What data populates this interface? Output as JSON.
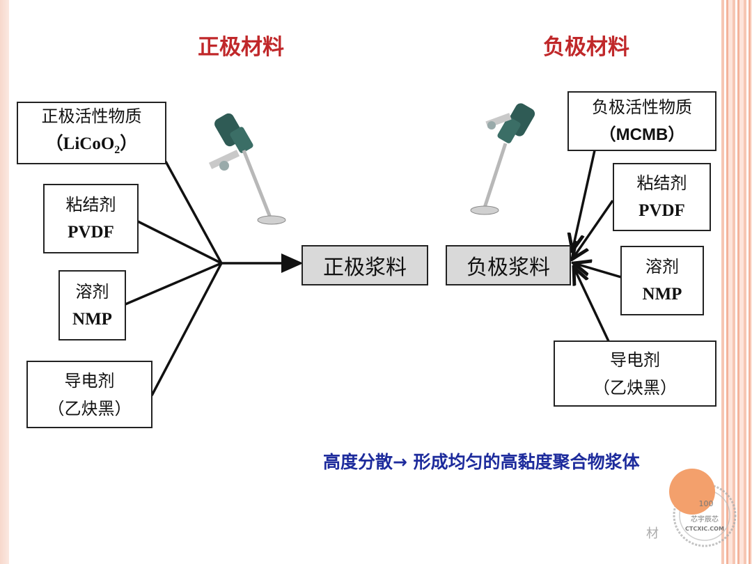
{
  "left_header": "正极材料",
  "right_header": "负极材料",
  "left_inputs": {
    "active": {
      "line1": "正极活性物质",
      "line2_prefix": "（LiCoO",
      "line2_sub": "2",
      "line2_suffix": "）"
    },
    "binder": {
      "line1": "粘结剂",
      "line2": "PVDF"
    },
    "solvent": {
      "line1": "溶剂",
      "line2": "NMP"
    },
    "conductive": {
      "line1": "导电剂",
      "line2": "（乙炔黑）"
    }
  },
  "right_inputs": {
    "active": {
      "line1": "负极活性物质",
      "line2": "（MCMB）"
    },
    "binder": {
      "line1": "粘结剂",
      "line2": "PVDF"
    },
    "solvent": {
      "line1": "溶剂",
      "line2": "NMP"
    },
    "conductive": {
      "line1": "导电剂",
      "line2": "（乙炔黑）"
    }
  },
  "left_slurry": "正极浆料",
  "right_slurry": "负极浆料",
  "caption": "高度分散→ 形成均匀的高黏度聚合物浆体",
  "watermark": {
    "badge_top": "100",
    "badge_mid": "芯宇辰芯",
    "badge_bottom": "CTCXIC.COM",
    "side": "材"
  },
  "colors": {
    "header": "#c0282a",
    "caption": "#1d2b9c",
    "slurry_fill": "#d9d9d9",
    "mixer": "#2f5b55"
  }
}
